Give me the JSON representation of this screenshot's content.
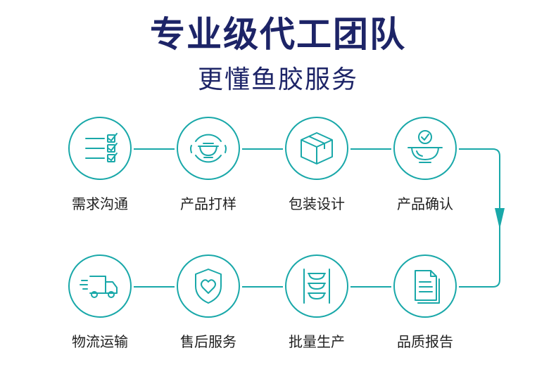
{
  "header": {
    "title": "专业级代工团队",
    "subtitle": "更懂鱼胶服务"
  },
  "colors": {
    "accent": "#19a8a9",
    "title": "#1d2467",
    "text": "#1f1f1f"
  },
  "steps": [
    {
      "label": "需求沟通",
      "icon": "checklist-icon"
    },
    {
      "label": "产品打样",
      "icon": "bowl-sample-icon"
    },
    {
      "label": "包装设计",
      "icon": "box-icon"
    },
    {
      "label": "产品确认",
      "icon": "bowl-check-icon"
    },
    {
      "label": "品质报告",
      "icon": "report-document-icon"
    },
    {
      "label": "批量生产",
      "icon": "stacked-bowls-icon"
    },
    {
      "label": "售后服务",
      "icon": "shield-heart-icon"
    },
    {
      "label": "物流运输",
      "icon": "delivery-truck-icon"
    }
  ]
}
